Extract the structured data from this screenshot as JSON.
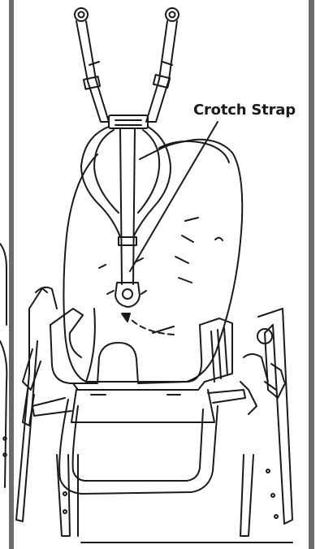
{
  "callout": {
    "label": "Crotch Strap"
  },
  "colors": {
    "line": "#1a1a1a",
    "border": "#6b6b6b",
    "background": "#ffffff"
  },
  "icons": [
    "harness-strap",
    "buckle",
    "crotch-strap-loop",
    "dashed-arrow",
    "seat-pad",
    "tray",
    "chair-frame"
  ]
}
